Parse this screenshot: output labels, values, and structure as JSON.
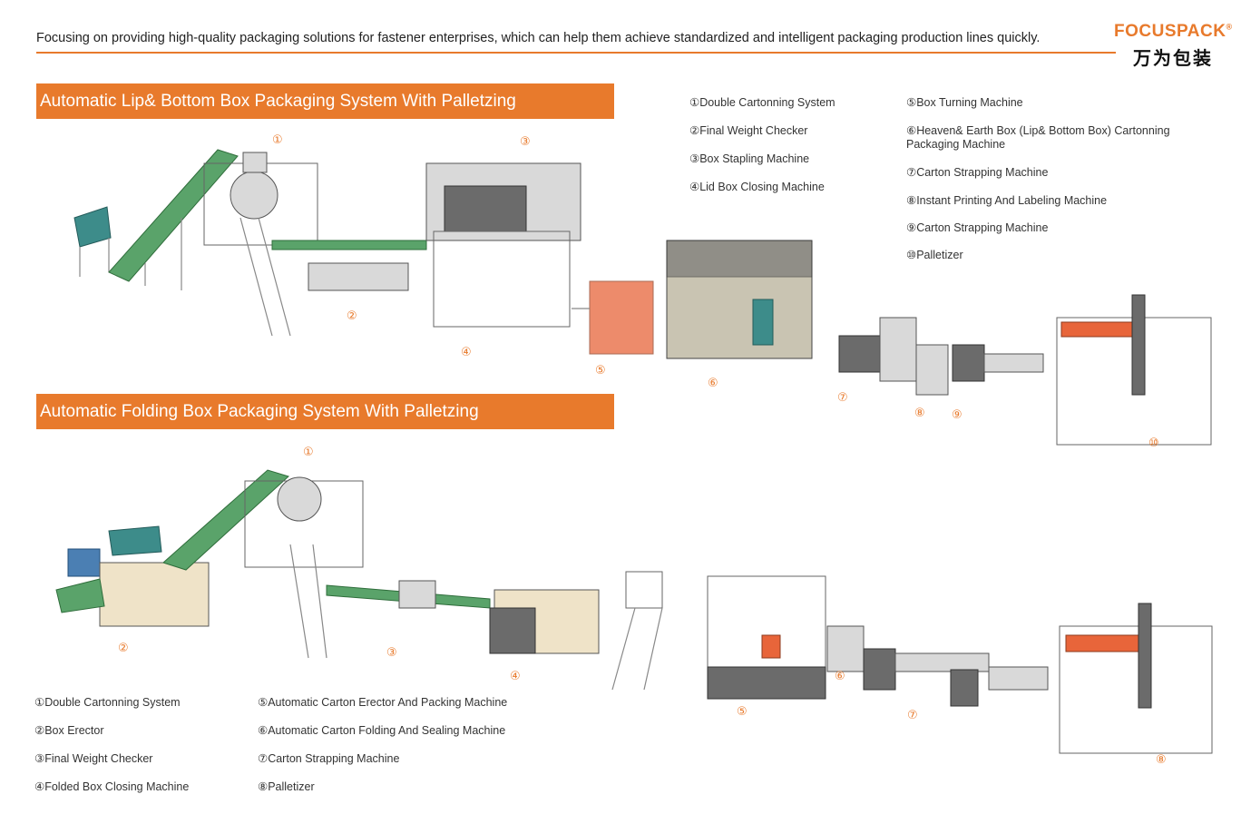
{
  "header": {
    "tagline": "Focusing on providing high-quality packaging solutions for fastener enterprises, which can help them achieve standardized and intelligent packaging production lines quickly.",
    "logo_en": "FOCUSPACK",
    "logo_reg": "®",
    "logo_cn": "万为包装"
  },
  "colors": {
    "accent": "#e87a2c",
    "text": "#222222"
  },
  "system1": {
    "title": "Automatic Lip& Bottom Box Packaging System With Palletzing",
    "legend": [
      "①Double Cartonning System",
      "②Final Weight Checker",
      "③Box Stapling Machine",
      "④Lid Box Closing Machine",
      "⑤Box Turning Machine",
      "⑥Heaven& Earth Box (Lip& Bottom Box) Cartonning Packaging Machine",
      "⑦Carton Strapping Machine",
      "⑧Instant Printing And Labeling Machine",
      "⑨Carton Strapping Machine",
      "⑩Palletizer"
    ],
    "markers": [
      "①",
      "②",
      "③",
      "④",
      "⑤",
      "⑥",
      "⑦",
      "⑧",
      "⑨",
      "⑩"
    ]
  },
  "system2": {
    "title": "Automatic Folding Box Packaging System With Palletzing",
    "legend": [
      "①Double Cartonning System",
      "②Box Erector",
      "③Final Weight Checker",
      "④Folded Box Closing Machine",
      "⑤Automatic Carton Erector And Packing Machine",
      "⑥Automatic Carton Folding And Sealing Machine",
      "⑦Carton Strapping Machine",
      "⑧Palletizer"
    ],
    "markers": [
      "①",
      "②",
      "③",
      "④",
      "⑤",
      "⑥",
      "⑦",
      "⑧"
    ]
  }
}
